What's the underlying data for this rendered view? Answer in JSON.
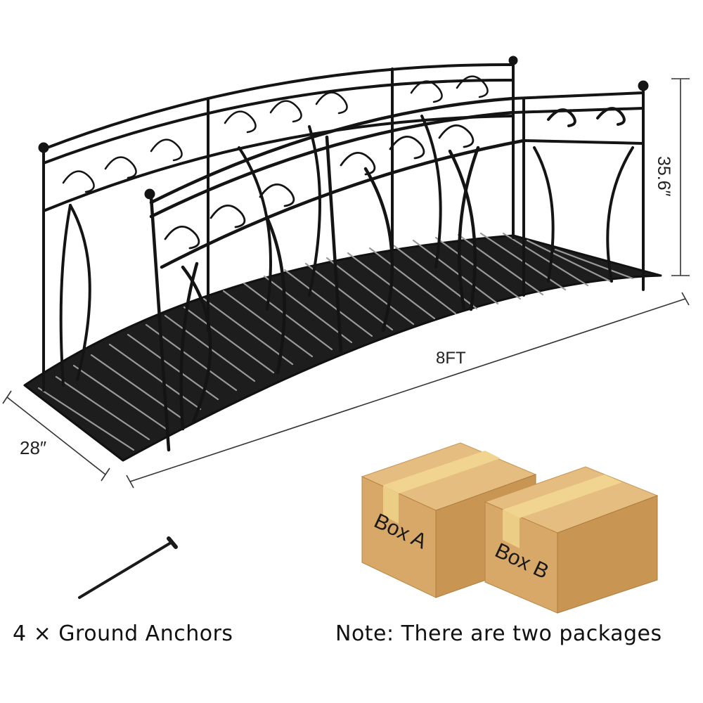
{
  "dimensions": {
    "length": "8FT",
    "height": "35.6″",
    "width": "28″"
  },
  "boxes": {
    "a_label": "Box A",
    "b_label": "Box B"
  },
  "captions": {
    "anchors": "4 × Ground Anchors",
    "note": "Note: There are two packages"
  },
  "colors": {
    "iron": "#141414",
    "cardboard": "#d9a86a",
    "cardboard_dark": "#bf8c50",
    "tape": "#ecd08a"
  }
}
